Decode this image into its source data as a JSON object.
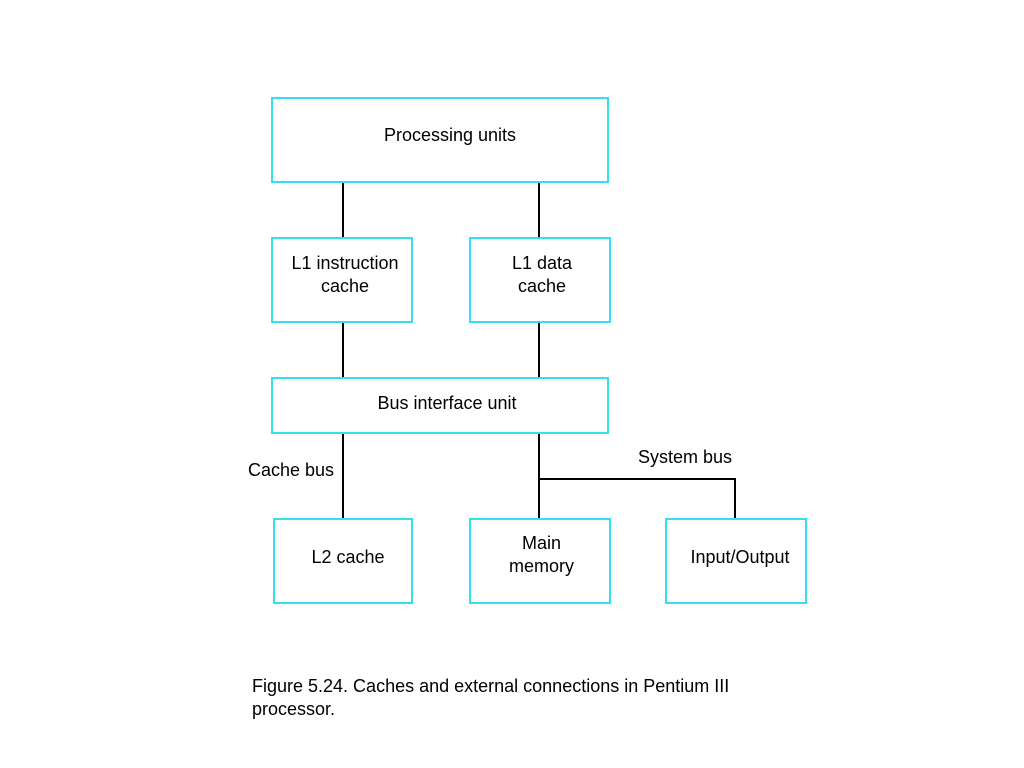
{
  "diagram": {
    "boxes": {
      "processing_units": "Processing units",
      "l1_instruction_cache": "L1 instruction\ncache",
      "l1_data_cache": "L1 data\ncache",
      "bus_interface_unit": "Bus interface unit",
      "l2_cache": "L2 cache",
      "main_memory": "Main\nmemory",
      "input_output": "Input/Output"
    },
    "labels": {
      "cache_bus": "Cache bus",
      "system_bus": "System bus"
    },
    "colors": {
      "box_border": "#33e0ee",
      "connector": "#000000"
    }
  },
  "caption": "Figure 5.24.  Caches and external connections in Pentium III\nprocessor."
}
